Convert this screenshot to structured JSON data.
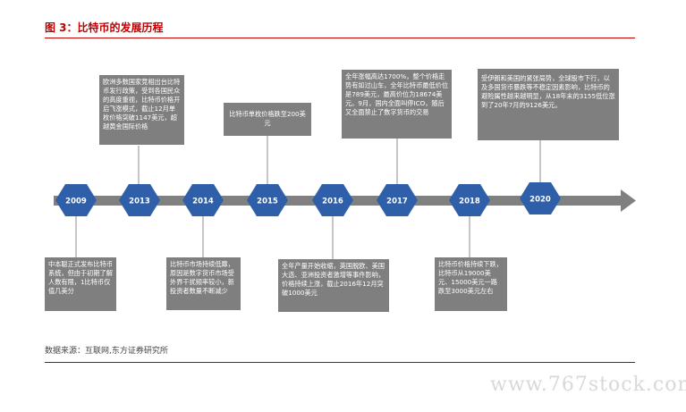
{
  "title": "图 3：比特币的发展历程",
  "source": "数据来源：互联网,东方证券研究所",
  "watermark": "www.767stock.com",
  "colors": {
    "accent": "#c00000",
    "hex": "#2e5fa8",
    "box": "#7f7f7f",
    "arrow": "#808080"
  },
  "years": [
    "2009",
    "2013",
    "2014",
    "2015",
    "2016",
    "2017",
    "2018",
    "2020"
  ],
  "events": {
    "2009": "中本聪正式发布比特币系统，但由于初期了解人数有限，1比特币仅值几美分",
    "2013": "欧洲多数国家竞相出台比特币发行政策，受到各国民众的高度重视，比特币价格开启飞涨模式，截止12月单枚价格突破1147美元，超越黄金国际价格",
    "2014": "比特币市场持续低靡，原因是数字货币市场受外界干扰频率较小，新投资者数量不断减少",
    "2015": "比特币单枚价格跌至200美元",
    "2016": "全年产量开始收缩，英国脱欧、美国大选、亚洲投资者激增等事件影响，价格持续上涨，截止2016年12月突破1000美元",
    "2017": "全年涨幅高达1700%，整个价格走势有如过山车，全年比特币最低价位是789美元，最高价位为18674美元。9月，国内全面叫停ICO，随后又全面禁止了数字货币的交易",
    "2018": "比特币价格持续下跌，比特币从19000美元、15000美元一路跌至3000美元左右",
    "2020": "受伊朗和美国的紧张局势，全球股市下行，以及多国货币暴跌等不稳定因素影响，比特币的避险属性越来越明显，从18年末的3155低位涨到了20年7月的9126美元。"
  }
}
